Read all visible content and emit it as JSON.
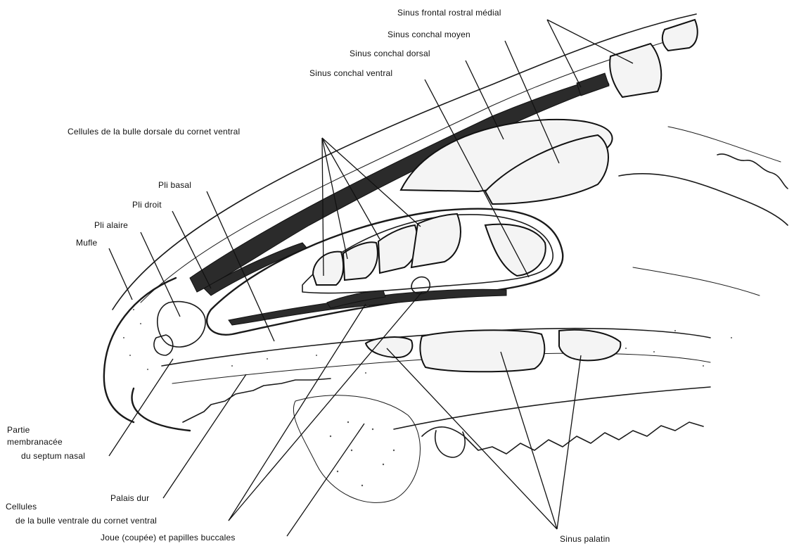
{
  "labels": {
    "sinus_frontal_rostral_medial": "Sinus frontal rostral médial",
    "sinus_conchal_moyen": "Sinus conchal moyen",
    "sinus_conchal_dorsal": "Sinus conchal dorsal",
    "sinus_conchal_ventral": "Sinus conchal ventral",
    "cellules_bulle_dorsale": "Cellules de la bulle dorsale du cornet ventral",
    "pli_basal": "Pli basal",
    "pli_droit": "Pli droit",
    "pli_alaire": "Pli alaire",
    "mufle": "Mufle",
    "partie_membranacee_1": "Partie",
    "partie_membranacee_2": "membranacée",
    "partie_membranacee_3": "du septum nasal",
    "palais_dur": "Palais dur",
    "cellules_bulle_ventrale_1": "Cellules",
    "cellules_bulle_ventrale_2": "de la bulle ventrale du cornet ventral",
    "joue": "Joue (coupée) et papilles buccales",
    "sinus_palatin": "Sinus palatin"
  }
}
